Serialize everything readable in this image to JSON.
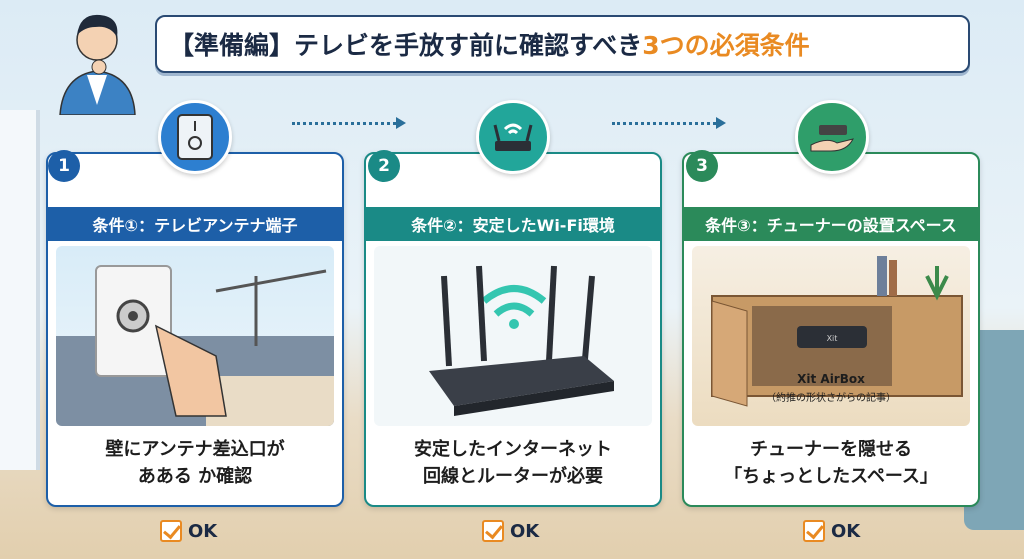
{
  "title": {
    "main": "【準備編】テレビを手放す前に確認すべき",
    "highlight": "3つの必須条件"
  },
  "cards": [
    {
      "number": "1",
      "header": "条件①：テレビアンテナ端子",
      "caption_line1": "壁にアンテナ差込口が",
      "caption_line2": "あある か確認",
      "ok": "OK",
      "color": "#1d5fa8"
    },
    {
      "number": "2",
      "header": "条件②：安定したWi-Fi環境",
      "caption_line1": "安定したインターネット",
      "caption_line2": "回線とルーターが必要",
      "ok": "OK",
      "color": "#1a8a86"
    },
    {
      "number": "3",
      "header": "条件③：チューナーの設置スペース",
      "caption_line1": "チューナーを隠せる",
      "caption_line2": "「ちょっとしたスペース」",
      "ok": "OK",
      "color": "#2b8a5a",
      "product_name": "Xit AirBox",
      "product_note": "（約推の形状さがらの記事）",
      "device_label": "Xit"
    }
  ]
}
